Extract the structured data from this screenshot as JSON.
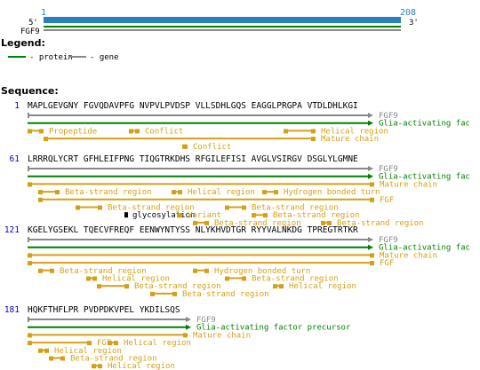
{
  "header": {
    "start": "1",
    "end": "208",
    "five_prime": "5'",
    "three_prime": "3'",
    "track_label": "FGF9",
    "colors": {
      "ruler": "#2a7fc0",
      "protein": "#008000",
      "gene": "#888888"
    }
  },
  "legend": {
    "title": "Legend:",
    "items": [
      {
        "label": "- protein",
        "color": "#008000"
      },
      {
        "label": "- gene",
        "color": "#888888"
      }
    ]
  },
  "sequence": {
    "title": "Sequence:",
    "blocks": [
      {
        "start": "1",
        "seq": "MAPLGEVGNY FGVQDAVPFG NVPVLPVDSP VLLSDHLGQS EAGGLPRGPA VTDLDHLKGI",
        "features": [
          {
            "kind": "gene",
            "label": "FGF9",
            "row": 0,
            "s": 1,
            "e": 60
          },
          {
            "kind": "protein",
            "label": "Glia-activating fac",
            "row": 1,
            "s": 1,
            "e": 60
          },
          {
            "kind": "region",
            "label": "Propeptide",
            "row": 2,
            "s": 1,
            "e": 3
          },
          {
            "kind": "region",
            "label": "Conflict",
            "row": 2,
            "s": 19,
            "e": 20
          },
          {
            "kind": "region",
            "label": "Helical region",
            "row": 2,
            "s": 45,
            "e": 50
          },
          {
            "kind": "region",
            "label": "Mature chain",
            "row": 3,
            "s": 4,
            "e": 50
          },
          {
            "kind": "region",
            "label": "Conflict",
            "row": 4,
            "s": 28,
            "e": 28
          }
        ]
      },
      {
        "start": "61",
        "seq": "LRRRQLYCRT GFHLEIFPNG TIQGTRKDHS RFGILEFISI AVGLVSIRGV DSGLYLGMNE",
        "features": [
          {
            "kind": "gene",
            "label": "FGF9",
            "row": 0,
            "s": 61,
            "e": 120
          },
          {
            "kind": "protein",
            "label": "Glia-activating fac",
            "row": 1,
            "s": 61,
            "e": 120
          },
          {
            "kind": "region",
            "label": "Mature chain",
            "row": 2,
            "s": 61,
            "e": 120
          },
          {
            "kind": "region",
            "label": "Beta-strand region",
            "row": 3,
            "s": 63,
            "e": 66
          },
          {
            "kind": "region",
            "label": "Helical region",
            "row": 3,
            "s": 86,
            "e": 87
          },
          {
            "kind": "region",
            "label": "Hydrogen bonded turn",
            "row": 3,
            "s": 101,
            "e": 103
          },
          {
            "kind": "region",
            "label": "FGF",
            "row": 4,
            "s": 63,
            "e": 120
          },
          {
            "kind": "region",
            "label": "Beta-strand region",
            "row": 5,
            "s": 70,
            "e": 73
          },
          {
            "kind": "region",
            "label": "Beta-strand region",
            "row": 5,
            "s": 95,
            "e": 98
          },
          {
            "kind": "site",
            "label": "glycosylation",
            "row": 6,
            "s": 78,
            "e": 78
          },
          {
            "kind": "region",
            "label": "Variant",
            "row": 6,
            "s": 87,
            "e": 87
          },
          {
            "kind": "region",
            "label": "Beta-strand region",
            "row": 6,
            "s": 100,
            "e": 101
          },
          {
            "kind": "region",
            "label": "Beta-strand region",
            "row": 7,
            "s": 90,
            "e": 91
          },
          {
            "kind": "region",
            "label": "Beta-strand region",
            "row": 7,
            "s": 111,
            "e": 112
          }
        ]
      },
      {
        "start": "121",
        "seq": "KGELYGSEKL TQECVFREQF EENWYNTYSS NLYKHVDTGR RYYVALNKDG TPREGTRTKR",
        "features": [
          {
            "kind": "gene",
            "label": "FGF9",
            "row": 0,
            "s": 121,
            "e": 180
          },
          {
            "kind": "protein",
            "label": "Glia-activating fac",
            "row": 1,
            "s": 121,
            "e": 180
          },
          {
            "kind": "region",
            "label": "Mature chain",
            "row": 2,
            "s": 121,
            "e": 180
          },
          {
            "kind": "region",
            "label": "FGF",
            "row": 3,
            "s": 121,
            "e": 180
          },
          {
            "kind": "region",
            "label": "Beta-strand region",
            "row": 4,
            "s": 123,
            "e": 125
          },
          {
            "kind": "region",
            "label": "Hydrogen bonded turn",
            "row": 4,
            "s": 150,
            "e": 151
          },
          {
            "kind": "region",
            "label": "Helical region",
            "row": 5,
            "s": 131,
            "e": 132
          },
          {
            "kind": "region",
            "label": "Beta-strand region",
            "row": 5,
            "s": 155,
            "e": 158
          },
          {
            "kind": "region",
            "label": "Beta-strand region",
            "row": 6,
            "s": 133,
            "e": 138
          },
          {
            "kind": "region",
            "label": "Helical region",
            "row": 6,
            "s": 163,
            "e": 164
          },
          {
            "kind": "region",
            "label": "Beta-strand region",
            "row": 7,
            "s": 142,
            "e": 146
          }
        ]
      },
      {
        "start": "181",
        "seq": "HQKFTHFLPR PVDPDKVPEL YKDILSQS",
        "features": [
          {
            "kind": "gene",
            "label": "FGF9",
            "row": 0,
            "s": 181,
            "e": 208
          },
          {
            "kind": "protein",
            "label": "Glia-activating factor precursor",
            "row": 1,
            "s": 181,
            "e": 208
          },
          {
            "kind": "region",
            "label": "Mature chain",
            "row": 2,
            "s": 181,
            "e": 208
          },
          {
            "kind": "region",
            "label": "FGF",
            "row": 3,
            "s": 181,
            "e": 191
          },
          {
            "kind": "region",
            "label": "Helical region",
            "row": 3,
            "s": 195,
            "e": 196
          },
          {
            "kind": "region",
            "label": "Helical region",
            "row": 4,
            "s": 183,
            "e": 184
          },
          {
            "kind": "region",
            "label": "Beta-strand region",
            "row": 5,
            "s": 185,
            "e": 187
          },
          {
            "kind": "region",
            "label": "Helical region",
            "row": 6,
            "s": 192,
            "e": 193
          }
        ]
      }
    ]
  }
}
